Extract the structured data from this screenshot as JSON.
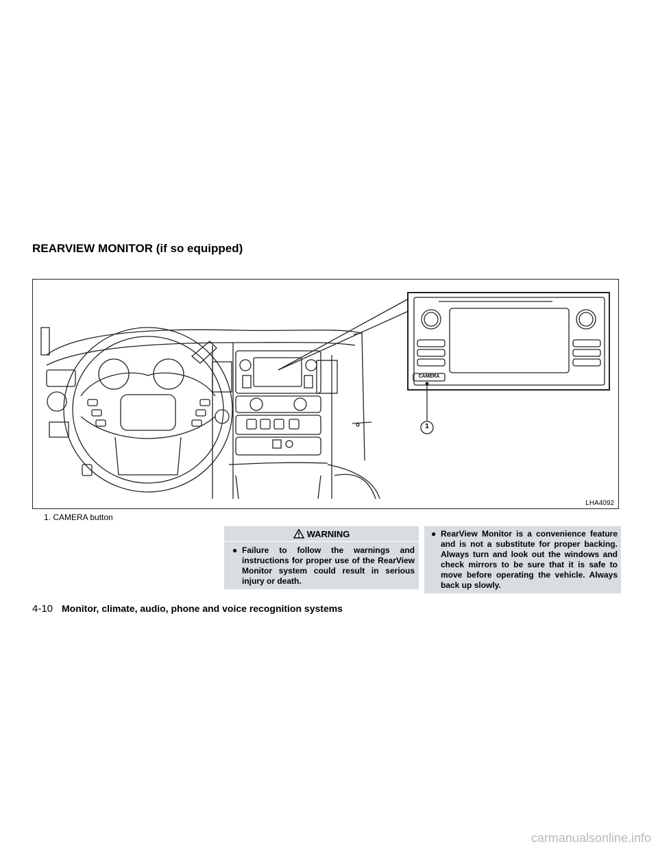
{
  "section": {
    "title": "REARVIEW MONITOR (if so equipped)"
  },
  "figure": {
    "code": "LHA4092",
    "callout_number": "1",
    "inset_button_label": "CAMERA"
  },
  "caption": "1.  CAMERA button",
  "warning": {
    "heading": "WARNING",
    "bullet": "●",
    "text": "Failure to follow the warnings and instructions for proper use of the RearView Monitor system could result in serious injury or death."
  },
  "note": {
    "bullet": "●",
    "text": "RearView Monitor is a convenience feature and is not a substitute for proper backing. Always turn and look out the windows and check mirrors to be sure that it is safe to move before operating the vehicle. Always back up slowly."
  },
  "footer": {
    "page_number": "4-10",
    "chapter_title": "Monitor, climate, audio, phone and voice recognition systems"
  },
  "watermark": "carmanualsonline.info"
}
